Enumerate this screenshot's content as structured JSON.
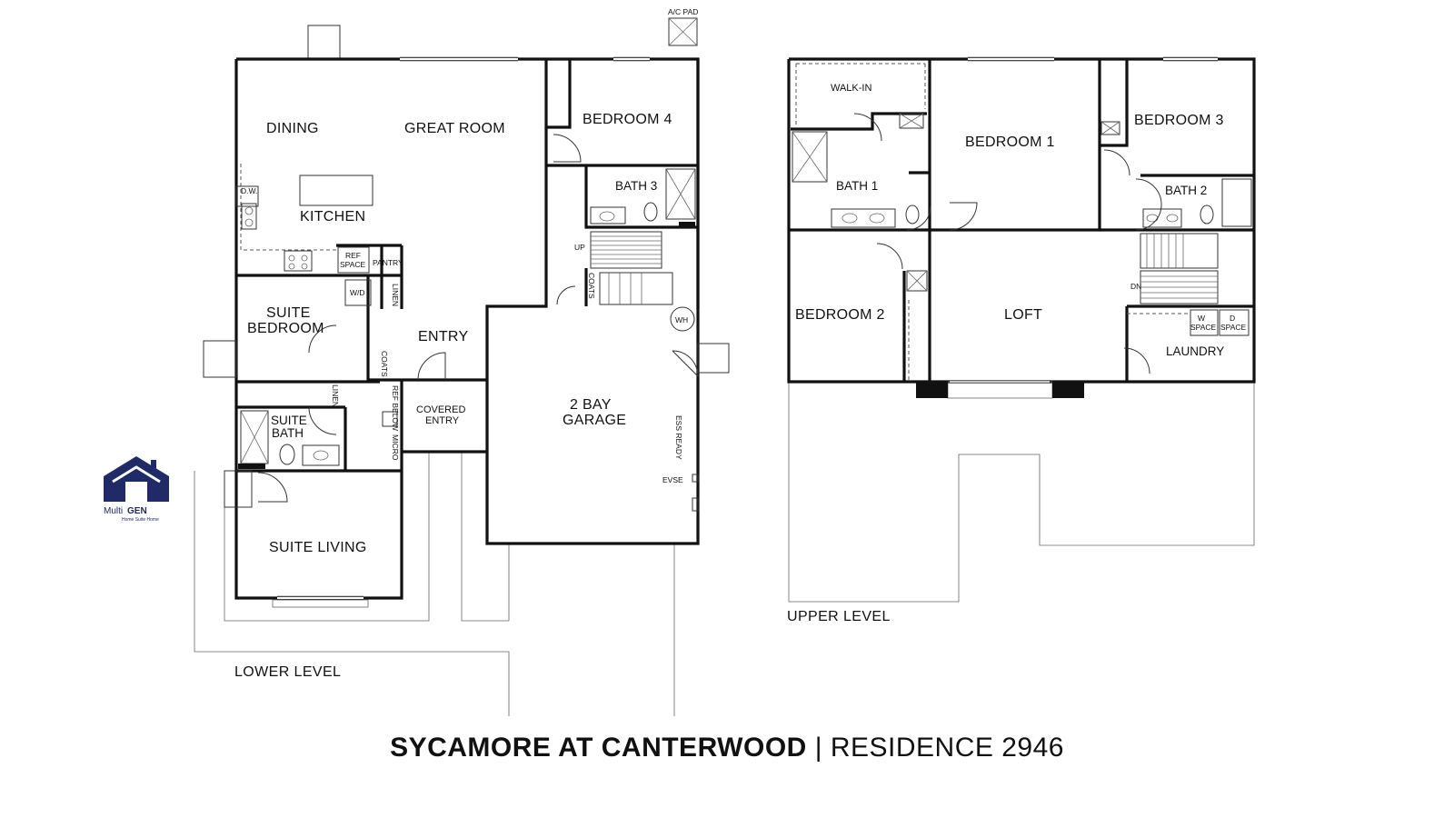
{
  "title": {
    "community": "SYCAMORE AT CANTERWOOD",
    "separator": "|",
    "residence": "RESIDENCE 2946"
  },
  "logo": {
    "word_plain": "Multi",
    "word_bold": "GEN",
    "tagline": "Home Suite Home",
    "brand_color": "#1f2a66"
  },
  "lower_level": {
    "label": "LOWER LEVEL",
    "rooms": {
      "dining": "DINING",
      "great_room": "GREAT ROOM",
      "bedroom4": "BEDROOM 4",
      "kitchen": "KITCHEN",
      "bath3": "BATH 3",
      "suite_bedroom_1": "SUITE",
      "suite_bedroom_2": "BEDROOM",
      "entry": "ENTRY",
      "garage_1": "2 BAY",
      "garage_2": "GARAGE",
      "covered_entry_1": "COVERED",
      "covered_entry_2": "ENTRY",
      "suite_bath_1": "SUITE",
      "suite_bath_2": "BATH",
      "suite_living": "SUITE LIVING"
    },
    "fixtures": {
      "ac_pad": "A/C PAD",
      "dw": "D.W.",
      "ref_space_1": "REF",
      "ref_space_2": "SPACE",
      "pantry": "PANTRY",
      "wd": "W/D",
      "linen_a": "LINEN",
      "linen_b": "LINEN",
      "coats_a": "COATS",
      "coats_b": "COATS",
      "ref_below": "REF BELOW",
      "micro": "MICRO",
      "up": "UP",
      "wh": "WH",
      "ess_ready": "ESS READY",
      "evse": "EVSE"
    }
  },
  "upper_level": {
    "label": "UPPER LEVEL",
    "rooms": {
      "walk_in": "WALK-IN",
      "bedroom1": "BEDROOM 1",
      "bedroom3": "BEDROOM 3",
      "bath1": "BATH 1",
      "bath2": "BATH 2",
      "bedroom2": "BEDROOM 2",
      "loft": "LOFT",
      "laundry": "LAUNDRY"
    },
    "fixtures": {
      "dn": "DN",
      "w_space_1": "W",
      "w_space_2": "SPACE",
      "d_space_1": "D",
      "d_space_2": "SPACE"
    }
  }
}
